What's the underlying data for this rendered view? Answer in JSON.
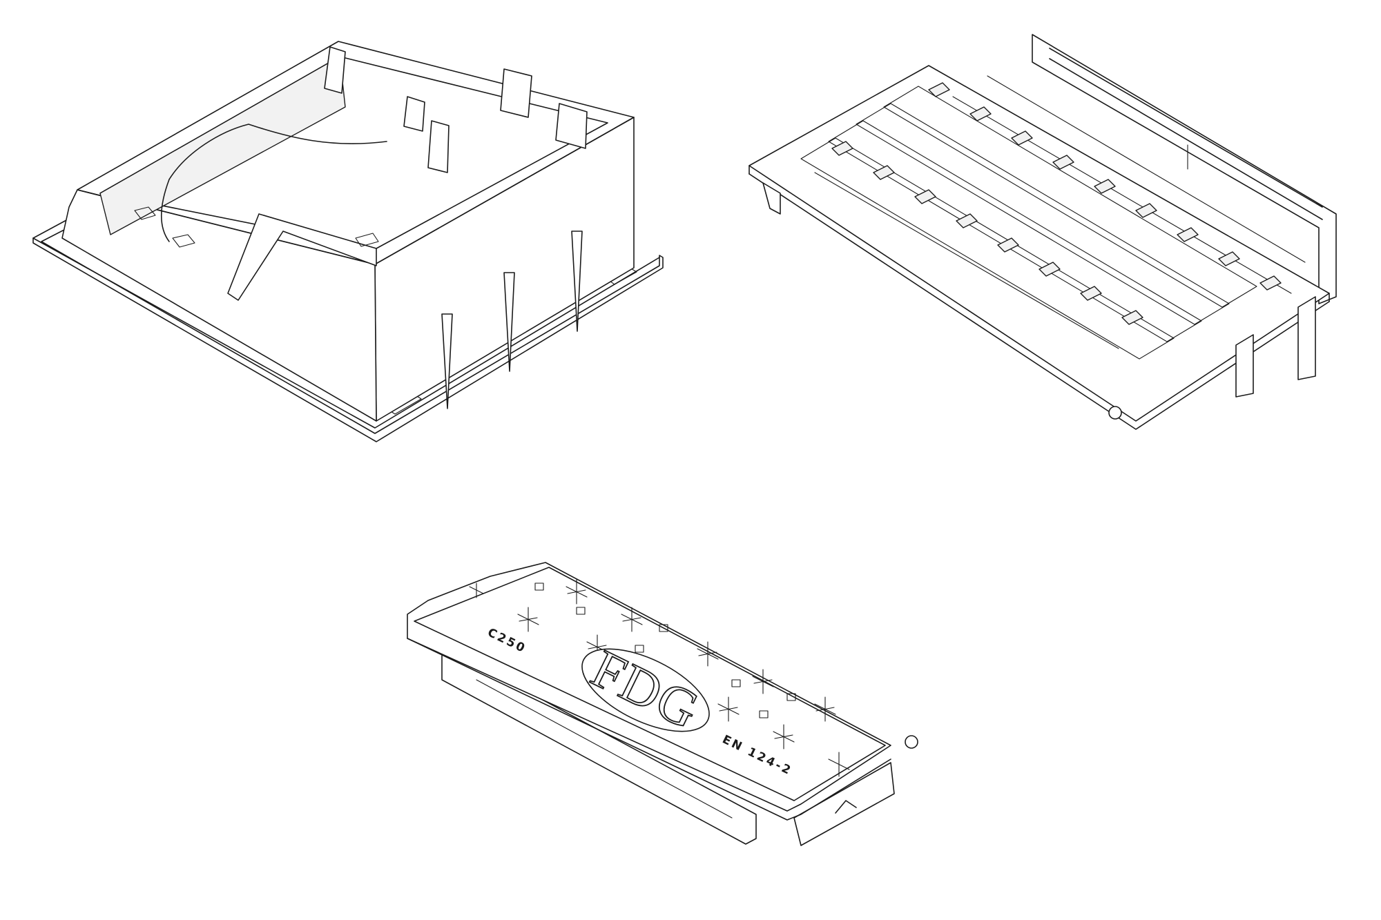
{
  "cover": {
    "brand": "FDG",
    "load_class": "C250",
    "standard": "EN 124-2"
  }
}
